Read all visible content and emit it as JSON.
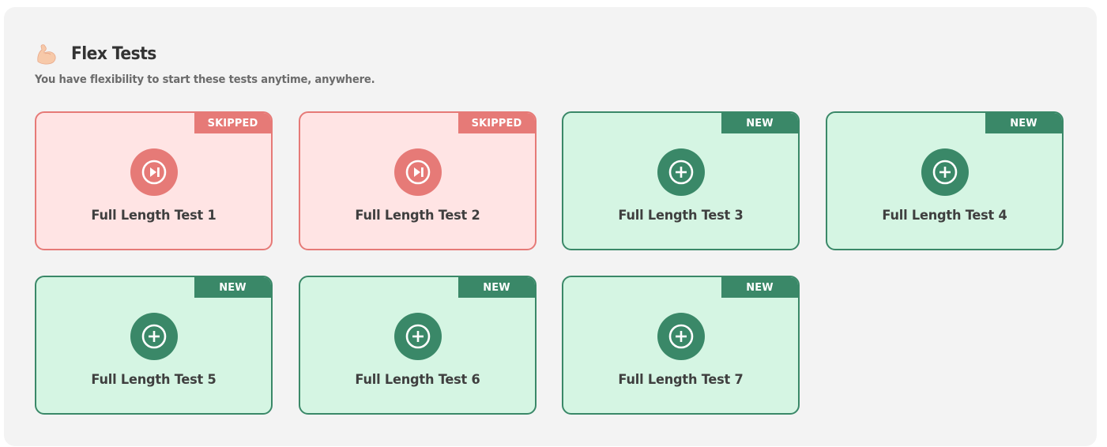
{
  "section": {
    "title": "Flex Tests",
    "icon": "flexed-biceps-icon",
    "subtitle": "You have flexibility to start these tests anytime, anywhere."
  },
  "colors": {
    "skipped_accent": "#e67a77",
    "skipped_bg": "#ffe4e4",
    "new_accent": "#3a8868",
    "new_bg": "#d5f5e3"
  },
  "tests": [
    {
      "label": "Full Length Test 1",
      "badge": "SKIPPED",
      "status": "skipped",
      "icon": "skip-forward-icon"
    },
    {
      "label": "Full Length Test 2",
      "badge": "SKIPPED",
      "status": "skipped",
      "icon": "skip-forward-icon"
    },
    {
      "label": "Full Length Test 3",
      "badge": "NEW",
      "status": "new",
      "icon": "plus-circle-icon"
    },
    {
      "label": "Full Length Test 4",
      "badge": "NEW",
      "status": "new",
      "icon": "plus-circle-icon"
    },
    {
      "label": "Full Length Test 5",
      "badge": "NEW",
      "status": "new",
      "icon": "plus-circle-icon"
    },
    {
      "label": "Full Length Test 6",
      "badge": "NEW",
      "status": "new",
      "icon": "plus-circle-icon"
    },
    {
      "label": "Full Length Test 7",
      "badge": "NEW",
      "status": "new",
      "icon": "plus-circle-icon"
    }
  ]
}
